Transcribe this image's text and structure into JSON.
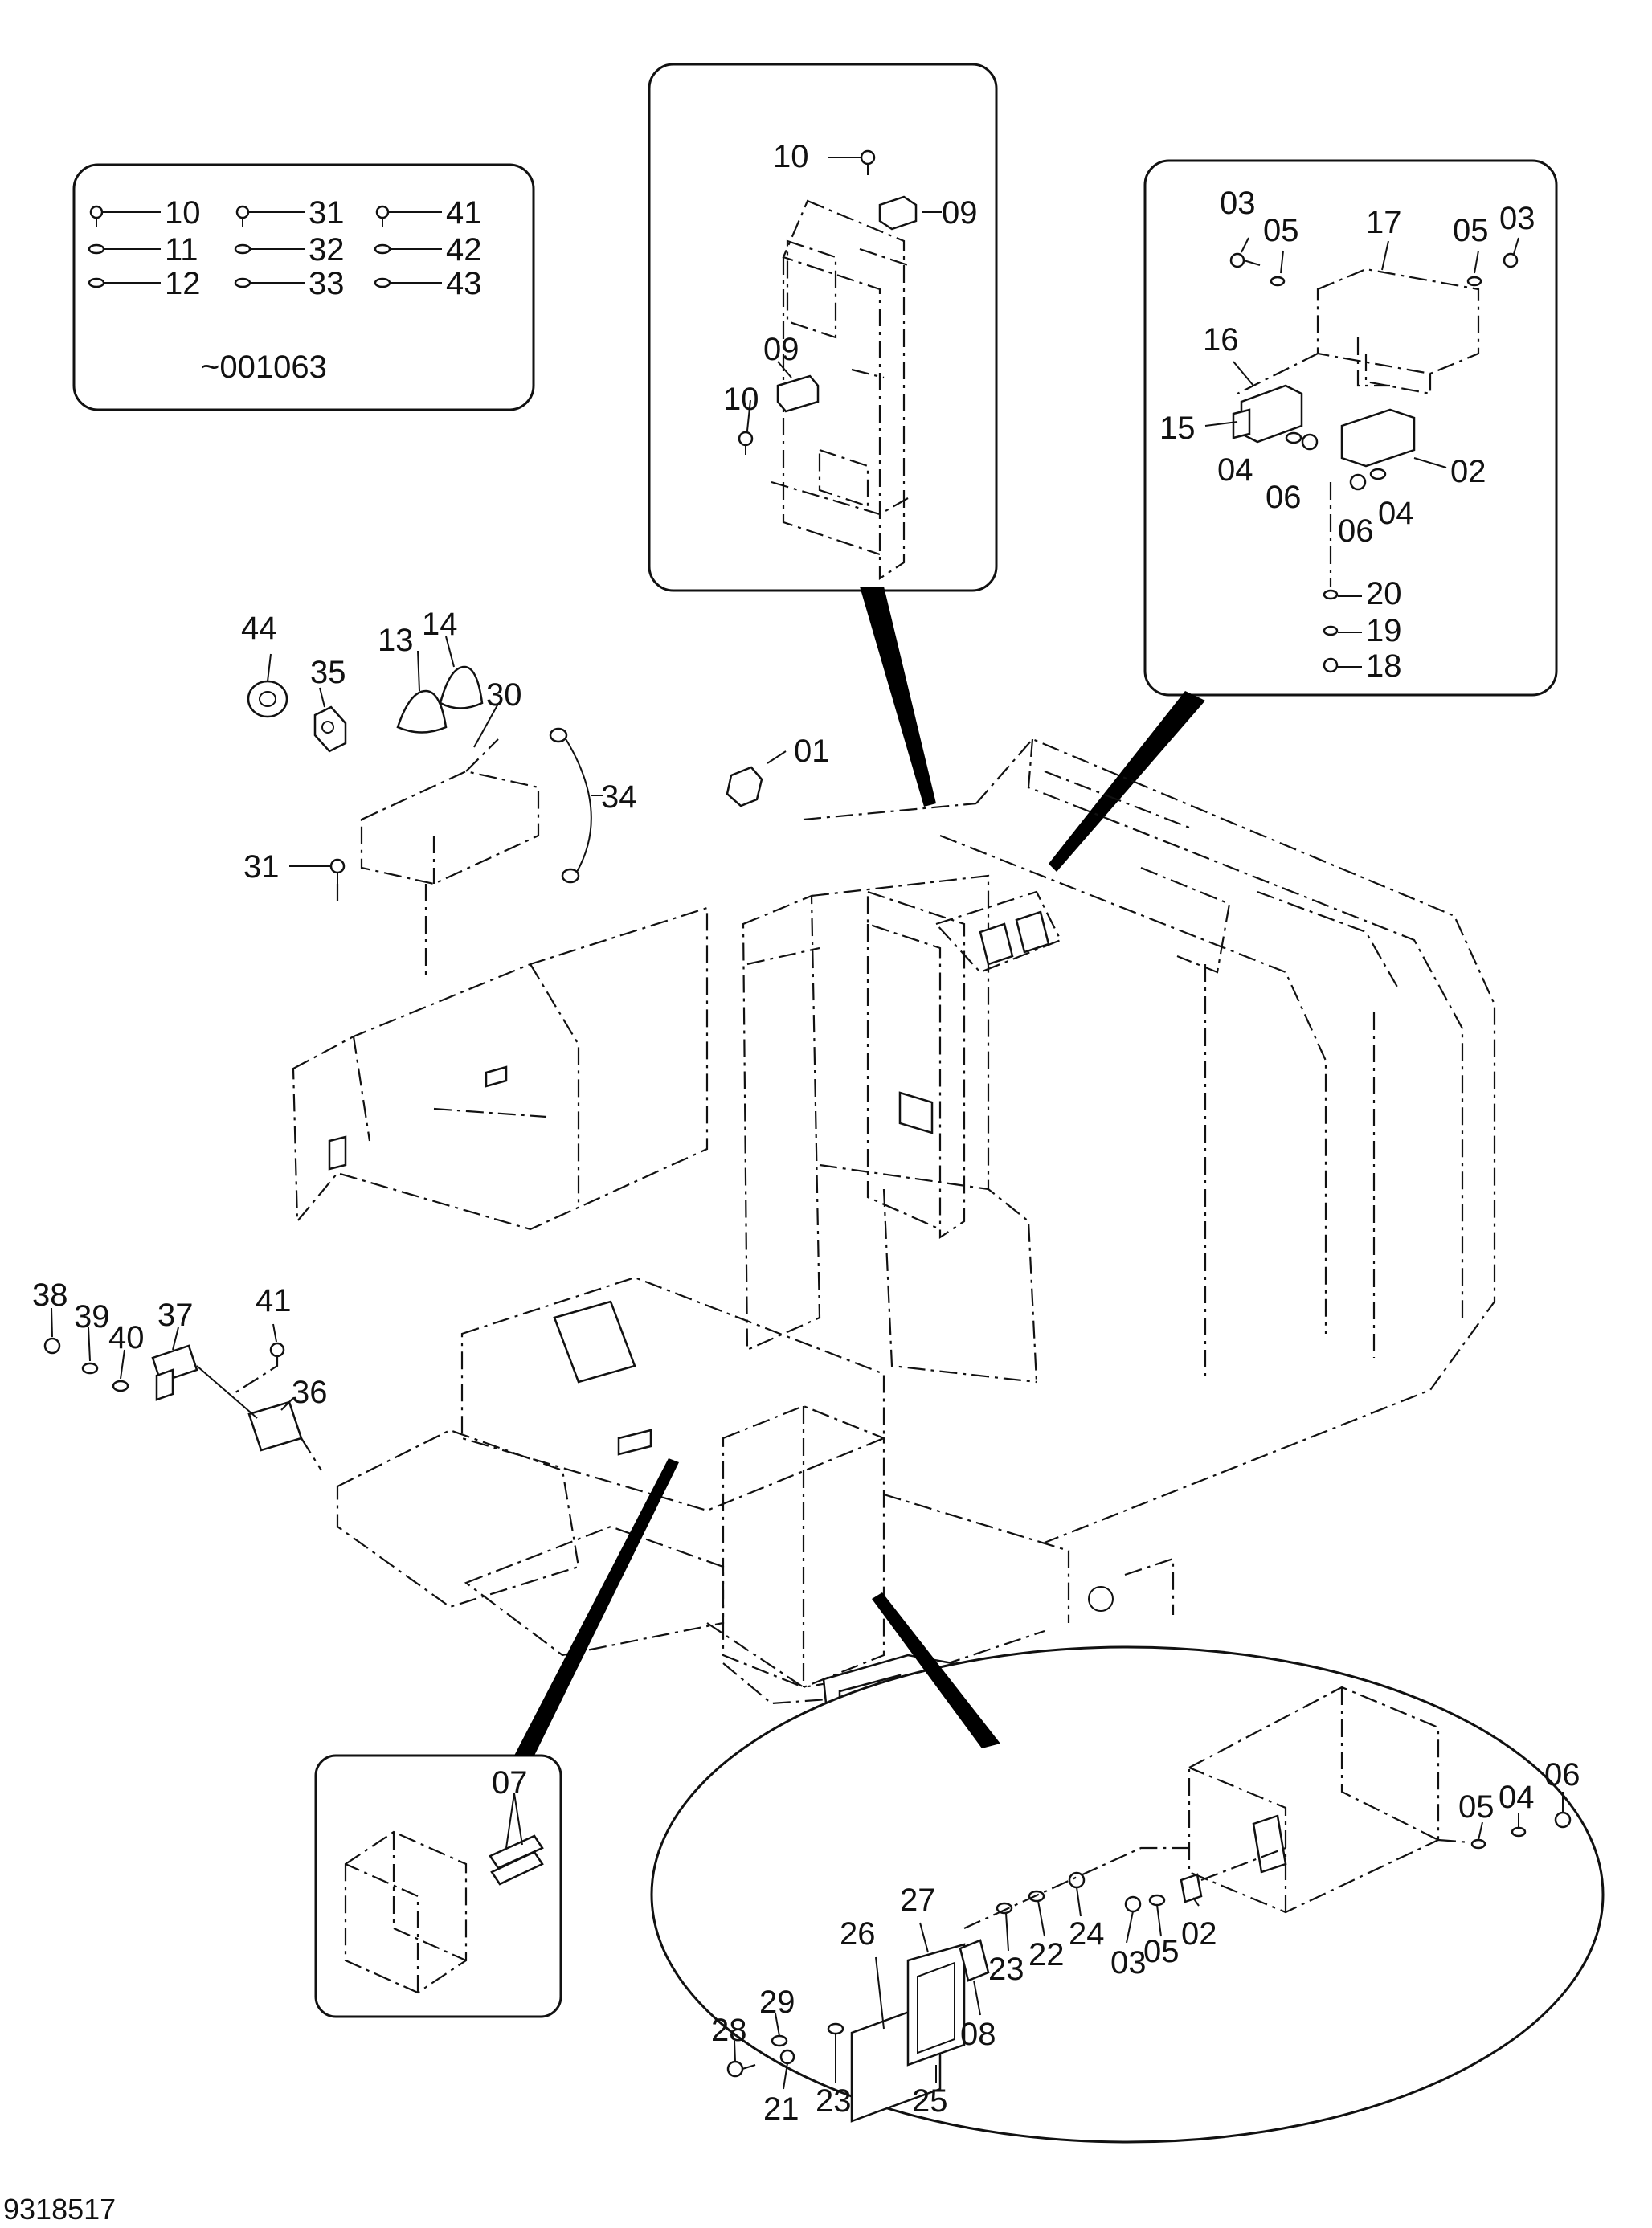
{
  "drawing_number": "9318517",
  "legend": {
    "rows": [
      [
        "10",
        "31",
        "41"
      ],
      [
        "11",
        "32",
        "42"
      ],
      [
        "12",
        "33",
        "43"
      ]
    ],
    "serial_range": "~001063"
  },
  "callouts": {
    "c01": "01",
    "c02a": "02",
    "c02b": "02",
    "c03a": "03",
    "c03b": "03",
    "c03c": "03",
    "c04a": "04",
    "c04b": "04",
    "c04c": "04",
    "c05a": "05",
    "c05b": "05",
    "c05c": "05",
    "c05d": "05",
    "c06a": "06",
    "c06b": "06",
    "c06c": "06",
    "c07": "07",
    "c08": "08",
    "c09a": "09",
    "c09b": "09",
    "c10a": "10",
    "c10b": "10",
    "c13": "13",
    "c14": "14",
    "c15": "15",
    "c16": "16",
    "c17": "17",
    "c18": "18",
    "c19": "19",
    "c20": "20",
    "c21": "21",
    "c22": "22",
    "c23a": "23",
    "c23b": "23",
    "c24": "24",
    "c25": "25",
    "c26": "26",
    "c27": "27",
    "c28": "28",
    "c29": "29",
    "c30": "30",
    "c31": "31",
    "c34": "34",
    "c35": "35",
    "c36": "36",
    "c37": "37",
    "c38": "38",
    "c39": "39",
    "c40": "40",
    "c41": "41",
    "c44": "44"
  }
}
